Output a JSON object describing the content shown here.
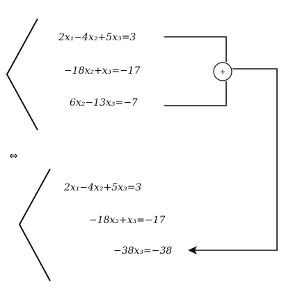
{
  "system_top": {
    "equations": [
      "2x₁−4x₂+5x₃=3",
      "−18x₂+x₃=−17",
      "6x₂−13x₃=−7"
    ]
  },
  "equivalence_symbol": "⇔",
  "system_bottom": {
    "equations": [
      "2x₁−4x₂+5x₃=3",
      "−18x₂+x₃=−17",
      "−38x₃=−38"
    ]
  },
  "operation": {
    "symbol": "+"
  }
}
